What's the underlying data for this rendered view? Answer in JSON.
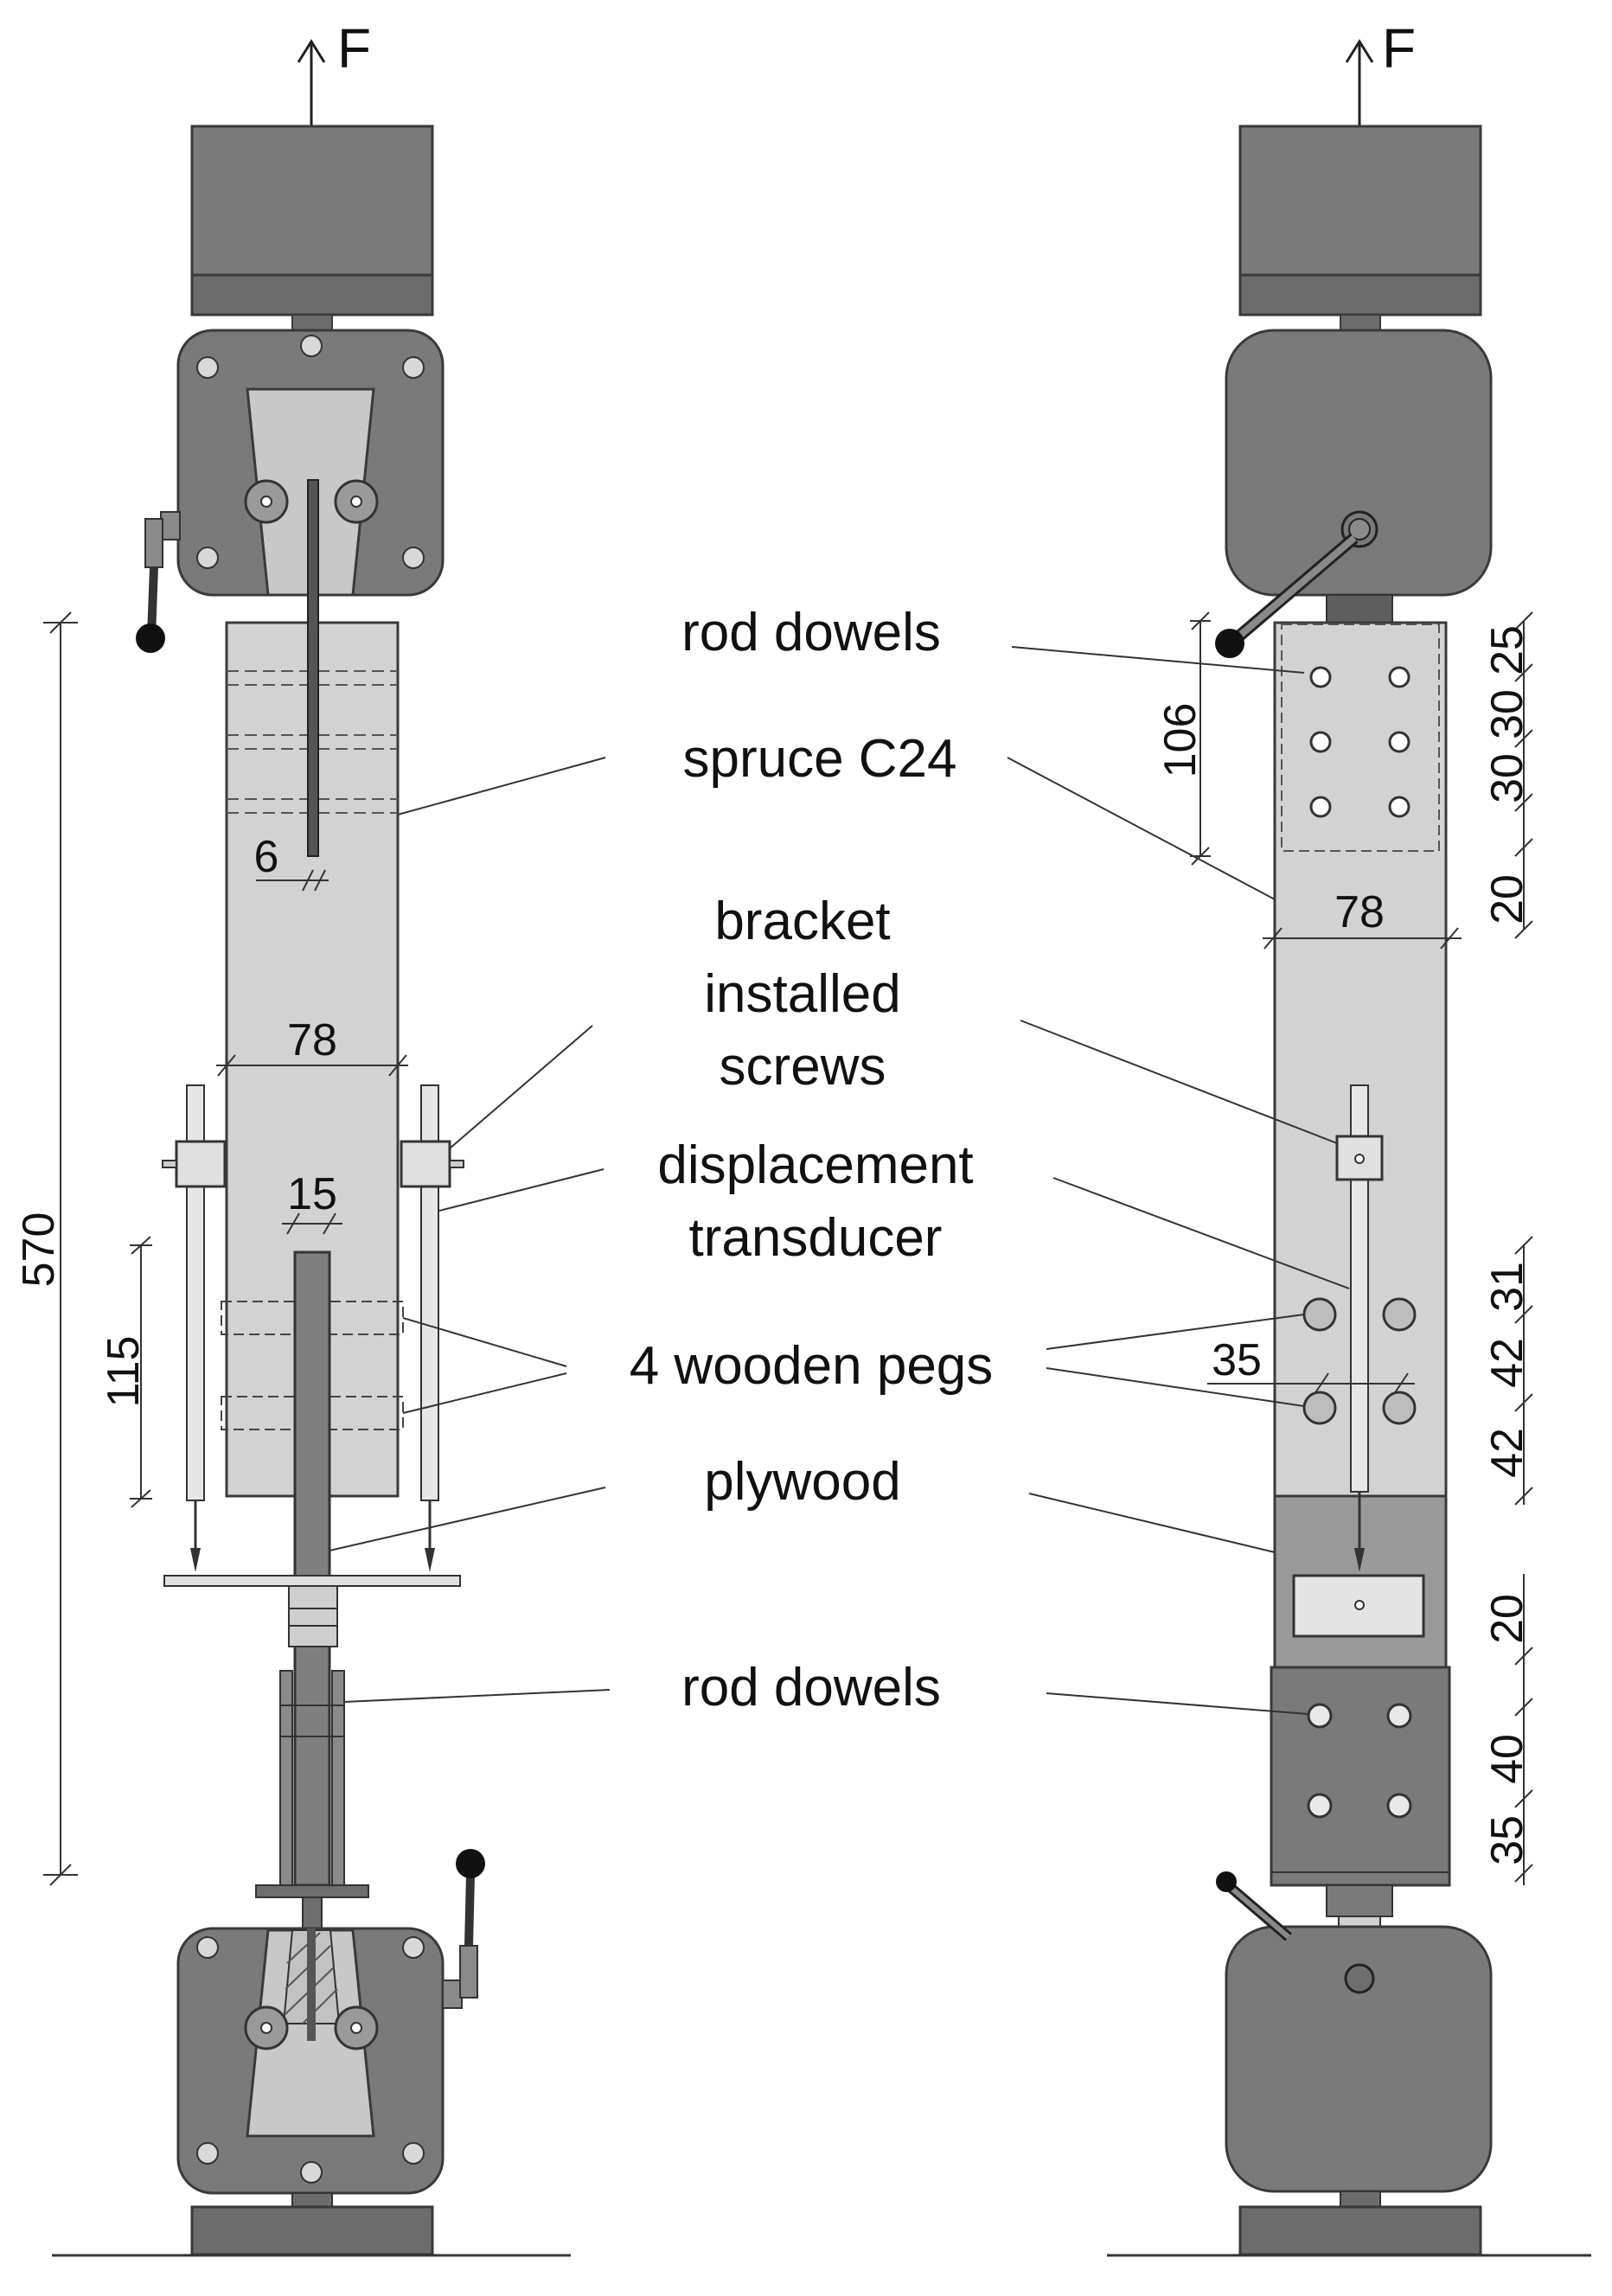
{
  "force": {
    "left": "F",
    "right": "F"
  },
  "labels": {
    "rod_dowels_top": "rod dowels",
    "spruce": "spruce C24",
    "bracket_l1": "bracket",
    "bracket_l2": "installed",
    "bracket_l3": "screws",
    "transducer_l1": "displacement",
    "transducer_l2": "transducer",
    "pegs": "4 wooden pegs",
    "plywood": "plywood",
    "rod_dowels_bottom": "rod dowels"
  },
  "dims": {
    "total_length": "570",
    "slot_width": "6",
    "width_left": "78",
    "plate_width": "15",
    "gauge_length": "115",
    "dowel_zone": "106",
    "width_right": "78",
    "peg_spacing": "35",
    "right_chain_top": [
      "25",
      "30",
      "30",
      "20"
    ],
    "right_chain_mid": [
      "31",
      "42",
      "42"
    ],
    "right_chain_bottom": [
      "20",
      "40",
      "35"
    ]
  },
  "colors": {
    "machine": "#7a7a7a",
    "machine_dark": "#5e5e5e",
    "timber": "#d2d2d2",
    "plywood": "#9a9a9a",
    "steel_plate": "#6e6e6e",
    "outline": "#3a3a3a"
  }
}
